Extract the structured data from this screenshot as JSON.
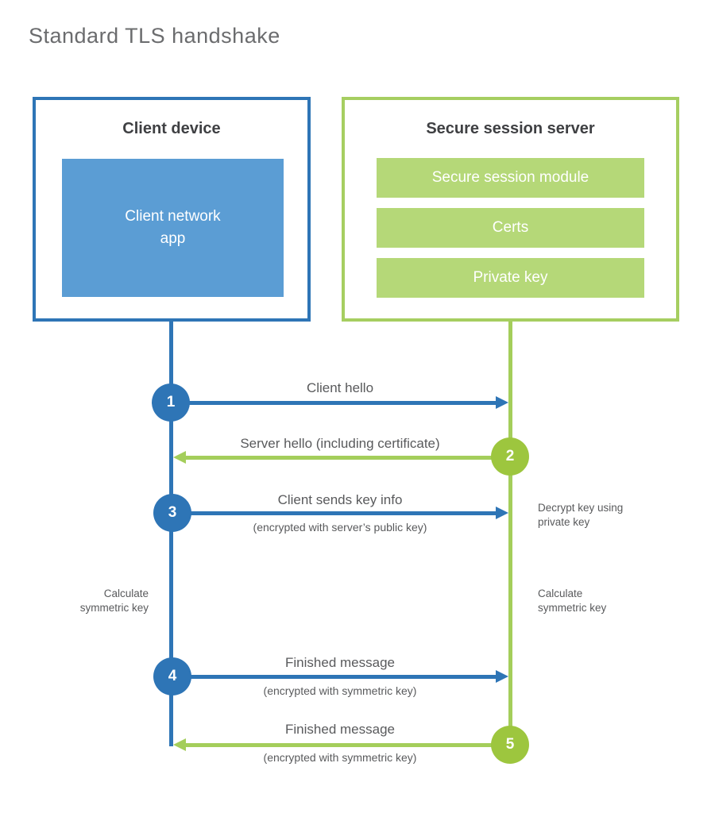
{
  "title": "Standard TLS handshake",
  "colors": {
    "client_blue": "#2e75b6",
    "client_fill_blue": "#5b9dd4",
    "server_green_line": "#a4ce5b",
    "server_green_circle": "#9dc63e",
    "server_green_fill": "#b5d878",
    "heading_gray": "#3f4043",
    "body_gray": "#595a5c"
  },
  "client": {
    "title": "Client device",
    "app": {
      "line1": "Client network",
      "line2": "app"
    }
  },
  "server": {
    "title": "Secure session server",
    "modules": [
      "Secure session module",
      "Certs",
      "Private key"
    ]
  },
  "steps": [
    {
      "num": "1",
      "from": "client",
      "label": "Client hello",
      "sublabel": ""
    },
    {
      "num": "2",
      "from": "server",
      "label": "Server hello (including certificate)",
      "sublabel": ""
    },
    {
      "num": "3",
      "from": "client",
      "label": "Client sends key info",
      "sublabel": "(encrypted with server’s public key)"
    },
    {
      "num": "4",
      "from": "client",
      "label": "Finished message",
      "sublabel": "(encrypted with symmetric key)"
    },
    {
      "num": "5",
      "from": "server",
      "label": "Finished message",
      "sublabel": "(encrypted with symmetric key)"
    }
  ],
  "annotations": {
    "decrypt": {
      "line1": "Decrypt key using",
      "line2": "private key"
    },
    "calc_left": {
      "line1": "Calculate",
      "line2": "symmetric key"
    },
    "calc_right": {
      "line1": "Calculate",
      "line2": "symmetric key"
    }
  }
}
